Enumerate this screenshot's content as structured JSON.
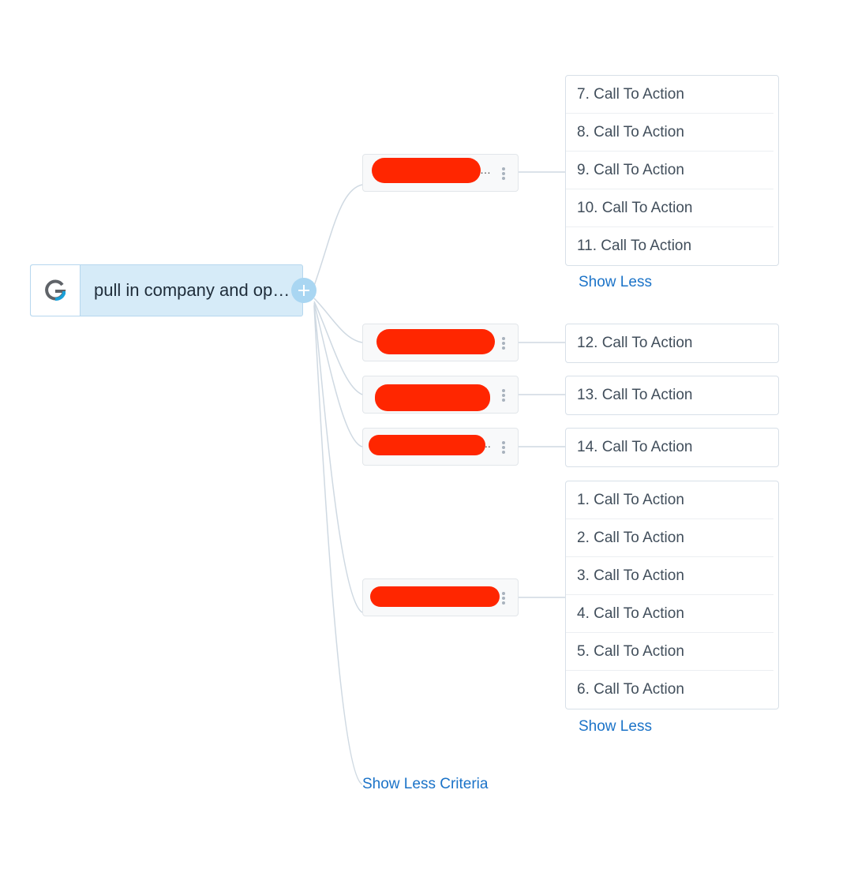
{
  "root": {
    "logo_letter": "G",
    "logo_icon": "g-logo-icon",
    "title": "pull in company and op…"
  },
  "expand_icon": "plus-icon",
  "criteria": [
    {
      "ellipsis": "…",
      "redacted": true
    },
    {
      "ellipsis": "",
      "redacted": true
    },
    {
      "ellipsis": "",
      "redacted": true
    },
    {
      "ellipsis": "..",
      "redacted": true
    },
    {
      "ellipsis": "",
      "redacted": true
    }
  ],
  "action_groups": [
    {
      "items": [
        "7. Call To Action",
        "8. Call To Action",
        "9. Call To Action",
        "10. Call To Action",
        "11. Call To Action"
      ],
      "show_less": "Show Less"
    },
    {
      "items": [
        "12. Call To Action"
      ]
    },
    {
      "items": [
        "13. Call To Action"
      ]
    },
    {
      "items": [
        "14. Call To Action"
      ]
    },
    {
      "items": [
        "1. Call To Action",
        "2. Call To Action",
        "3. Call To Action",
        "4. Call To Action",
        "5. Call To Action",
        "6. Call To Action"
      ],
      "show_less": "Show Less"
    }
  ],
  "show_less_criteria": "Show Less Criteria",
  "colors": {
    "connector": "#cfd9e2",
    "redaction": "#ff2600",
    "link": "#1b73c8",
    "root_bg": "#d6ebf8"
  }
}
